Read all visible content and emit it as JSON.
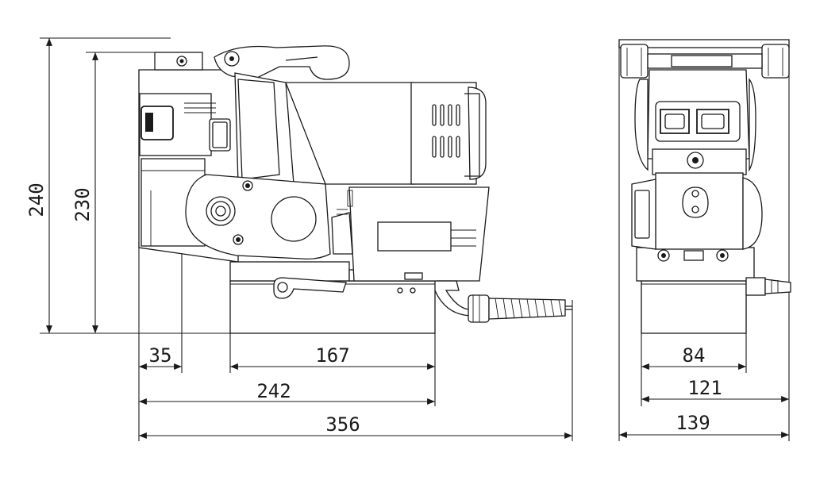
{
  "dimensions": {
    "height_overall": "240",
    "height_body": "230",
    "width_magnet_offset": "35",
    "width_magnet_base": "167",
    "depth_base_total": "242",
    "length_overall": "356",
    "side_width_magnet": "84",
    "side_width_body": "121",
    "side_width_overall": "139"
  },
  "colors": {
    "line": "#1a1a1a",
    "background": "#ffffff"
  }
}
